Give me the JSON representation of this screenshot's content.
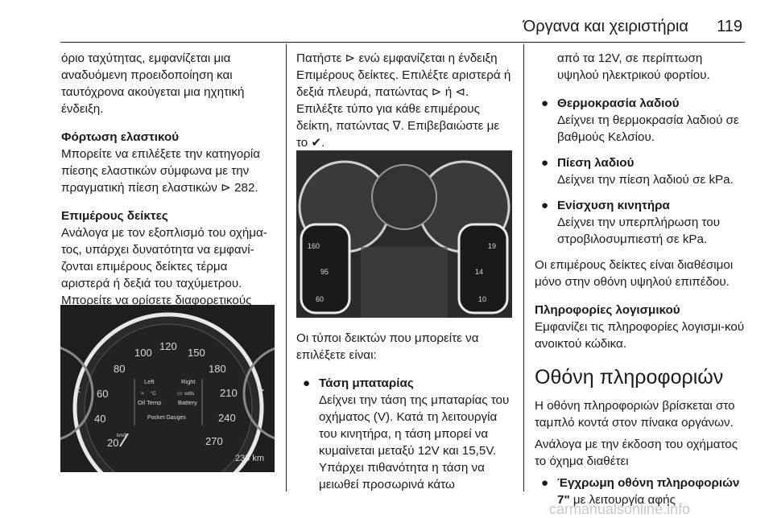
{
  "header": {
    "title": "Όργανα και χειριστήρια",
    "page_number": "119"
  },
  "col1": {
    "intro": "όριο ταχύτητας, εμφανίζεται μια αναδυόμενη προειδοποίηση και ταυτόχρονα ακούγεται μια ηχητική ένδειξη.",
    "tire_heading": "Φόρτωση ελαστικού",
    "tire_text": "Μπορείτε να επιλέξετε την κατηγορία πίεσης ελαστικών σύμφωνα με την πραγματική πίεση ελαστικών",
    "tire_ref_icon": "reference-arrow",
    "tire_ref_page": "282.",
    "gauges_heading": "Επιμέρους δείκτες",
    "gauges_text": "Ανάλογα με τον εξοπλισμό του οχήμα-τος, υπάρχει δυνατότητα να εμφανί-ζονται επιμέρους δείκτες τέρμα αριστερά ή δεξιά του ταχύμετρου. Μπορείτε να ορίσετε διαφορετικούς τύπους δείκτη."
  },
  "figure1": {
    "speed_ticks": [
      "20",
      "40",
      "60",
      "80",
      "100",
      "120",
      "150",
      "180",
      "210",
      "240",
      "270"
    ],
    "unit": "km/h",
    "menu_left": "Left",
    "menu_right": "Right",
    "item_oil_temp": "Oil Temp",
    "item_oil_unit": "°C",
    "item_battery": "Battery",
    "item_battery_unit": "volts",
    "menu_bottom": "Pocket Gauges",
    "odometer": "235 km"
  },
  "col2": {
    "instructions": "Πατήστε ⊳ ενώ εμφανίζεται η ένδειξη Επιμέρους δείκτες. Επιλέξτε αριστερά ή δεξιά πλευρά, πατώντας ⊳ ή ⊲. Επιλέξτε τύπο για κάθε επιμέρους δείκτη, πατώντας ∇. Επιβεβαιώστε με το ✔.",
    "types_intro": "Οι τύποι δεικτών που μπορείτε να επιλέξετε είναι:",
    "battery_title": "Τάση μπαταρίας",
    "battery_text": "Δείχνει την τάση της μπαταρίας του οχήματος (V). Κατά τη λειτουργία του κινητήρα, η τάση μπορεί να κυμαίνεται μεταξύ 12V και 15,5V. Υπάρχει πιθανότητα η τάση να μειωθεί προσωρινά κάτω"
  },
  "figure2": {
    "left_ticks": [
      "160",
      "95",
      "60"
    ],
    "right_ticks": [
      "19",
      "14",
      "10"
    ]
  },
  "col3": {
    "battery_cont": "από τα 12V, σε περίπτωση υψηλού ηλεκτρικού φορτίου.",
    "oil_temp_title": "Θερμοκρασία λαδιού",
    "oil_temp_text": "Δείχνει τη θερμοκρασία λαδιού σε βαθμούς Κελσίου.",
    "oil_press_title": "Πίεση λαδιού",
    "oil_press_text": "Δείχνει την πίεση λαδιού σε kPa.",
    "boost_title": "Ενίσχυση κινητήρα",
    "boost_text": "Δείχνει την υπερπλήρωση του στροβιλοσυμπιεστή σε kPa.",
    "availability": "Οι επιμέρους δείκτες είναι διαθέσιμοι μόνο στην οθόνη υψηλού επιπέδου.",
    "sw_heading": "Πληροφορίες λογισμικού",
    "sw_text": "Εμφανίζει τις πληροφορίες λογισμι-κού ανοικτού κώδικα.",
    "section_title": "Οθόνη πληροφοριών",
    "display_text": "Η οθόνη πληροφοριών βρίσκεται στο ταμπλό κοντά στον πίνακα οργάνων.",
    "version_text": "Ανάλογα με την έκδοση του οχήματος το όχημα διαθέτει",
    "color_display_title": "Έγχρωμη οθόνη πληροφοριών 7\"",
    "color_display_suffix": "με λειτουργία αφής"
  },
  "footer": {
    "watermark": "carmanualsonline.info"
  }
}
